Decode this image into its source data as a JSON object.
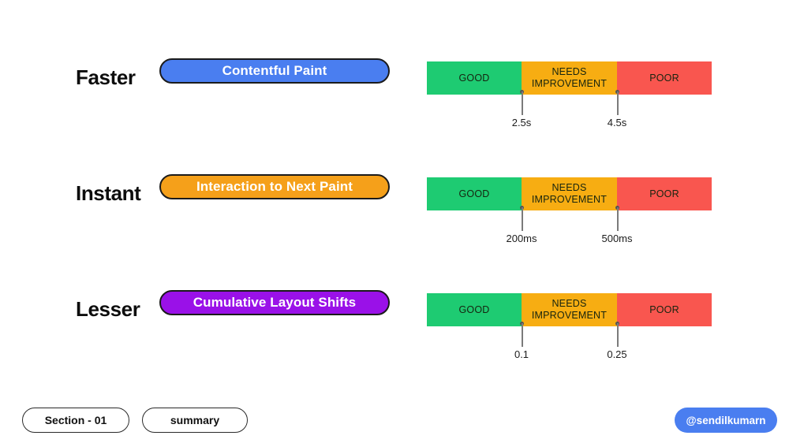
{
  "slide": {
    "background": "#ffffff",
    "rows": [
      {
        "speed_label": "Faster",
        "metric_label": "Contentful Paint",
        "pill_color": "#4a7ef0",
        "thresholds": {
          "good": "2.5s",
          "poor": "4.5s"
        }
      },
      {
        "speed_label": "Instant",
        "metric_label": "Interaction to Next Paint",
        "pill_color": "#f5a01a",
        "thresholds": {
          "good": "200ms",
          "poor": "500ms"
        }
      },
      {
        "speed_label": "Lesser",
        "metric_label": "Cumulative Layout Shifts",
        "pill_color": "#9a11e8",
        "thresholds": {
          "good": "0.1",
          "poor": "0.25"
        }
      }
    ],
    "segments": {
      "good": "GOOD",
      "needs_improvement": "NEEDS IMPROVEMENT",
      "poor": "POOR",
      "colors": {
        "good": "#1ecb72",
        "needs_improvement": "#f7ad12",
        "poor": "#f9564f"
      }
    }
  },
  "footer": {
    "section_label": "Section - 01",
    "summary_label": "summary",
    "handle": "@sendilkumarn",
    "handle_color": "#4a7ef0"
  },
  "chart_data": {
    "type": "bar",
    "title": "Core Web Vitals thresholds",
    "orientation": "horizontal-stacked",
    "categories": [
      "GOOD",
      "NEEDS IMPROVEMENT",
      "POOR"
    ],
    "series": [
      {
        "name": "Contentful Paint",
        "speed_label": "Faster",
        "unit": "s",
        "boundaries": [
          2.5,
          4.5
        ],
        "boundary_labels": [
          "2.5s",
          "4.5s"
        ],
        "segment_fractions": [
          0.333,
          0.335,
          0.332
        ]
      },
      {
        "name": "Interaction to Next Paint",
        "speed_label": "Instant",
        "unit": "ms",
        "boundaries": [
          200,
          500
        ],
        "boundary_labels": [
          "200ms",
          "500ms"
        ],
        "segment_fractions": [
          0.333,
          0.335,
          0.332
        ]
      },
      {
        "name": "Cumulative Layout Shifts",
        "speed_label": "Lesser",
        "unit": "",
        "boundaries": [
          0.1,
          0.25
        ],
        "boundary_labels": [
          "0.1",
          "0.25"
        ],
        "segment_fractions": [
          0.333,
          0.335,
          0.332
        ]
      }
    ],
    "legend": [
      "GOOD",
      "NEEDS IMPROVEMENT",
      "POOR"
    ],
    "colors": [
      "#1ecb72",
      "#f7ad12",
      "#f9564f"
    ],
    "grid": false,
    "xlabel": "",
    "ylabel": ""
  }
}
